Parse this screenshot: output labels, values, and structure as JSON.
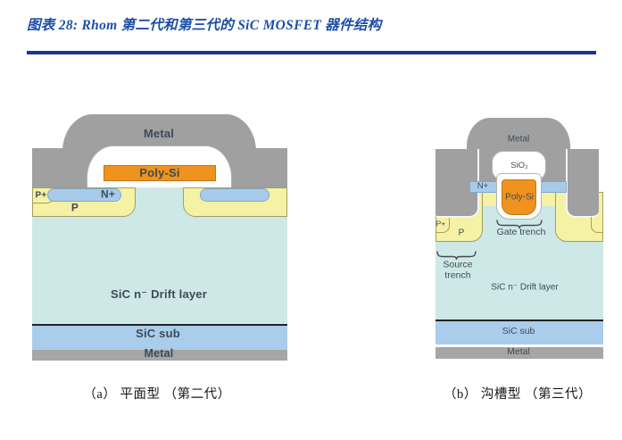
{
  "title": {
    "text": "图表 28:  Rhom 第二代和第三代的 SiC MOSFET 器件结构"
  },
  "figure": {
    "panel_a": {
      "caption": "（a） 平面型 （第二代）",
      "labels": {
        "metal_top": "Metal",
        "poly_si": "Poly-Si",
        "n_plus": "N+",
        "p_plus": "P+",
        "p_well": "P",
        "drift": "SiC n⁻ Drift layer",
        "substrate": "SiC sub",
        "metal_bottom": "Metal"
      }
    },
    "panel_b": {
      "caption": "（b） 沟槽型 （第三代）",
      "labels": {
        "metal_top": "Metal",
        "sio2": "SiO₂",
        "n_plus": "N+",
        "poly_si": "Poly-Si",
        "p_plus": "P+",
        "p_well": "P",
        "gate_trench": "Gate trench",
        "source_trench": "Source\ntrench",
        "drift": "SiC n⁻ Drift layer",
        "substrate": "SiC sub",
        "metal_bottom": "Metal"
      }
    },
    "colors": {
      "title_blue": "#1d4ea8",
      "rule_navy": "#14388c",
      "metal_gray": "#a0a0a0",
      "poly_orange": "#f0921e",
      "n_plus_blue": "#a9cbea",
      "p_well_yellow": "#f5f1a5",
      "drift_cyan": "#cde8e7",
      "substrate_blue": "#a9cdeb",
      "label_slate": "#3e4a55"
    }
  }
}
